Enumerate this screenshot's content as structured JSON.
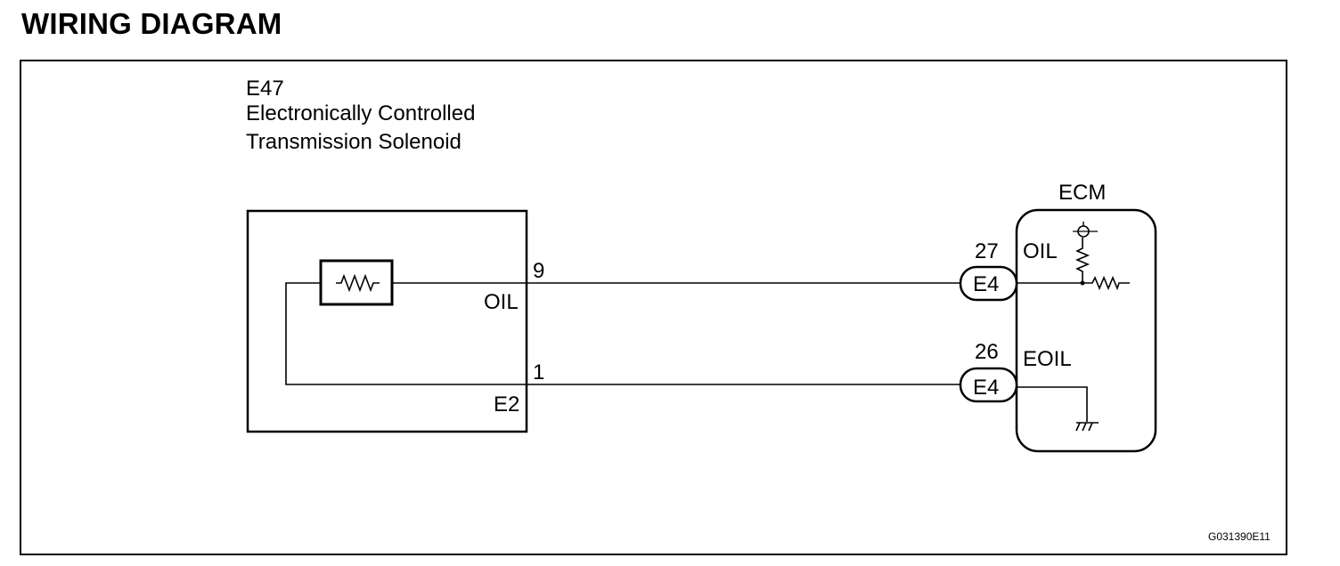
{
  "title": "WIRING DIAGRAM",
  "component": {
    "code": "E47",
    "name_line1": "Electronically Controlled",
    "name_line2": "Transmission Solenoid"
  },
  "solenoid_pins": {
    "pin_oil_number": "9",
    "pin_oil_label": "OIL",
    "pin_e2_number": "1",
    "pin_e2_label": "E2"
  },
  "ecm": {
    "label": "ECM",
    "terminal_oil_number": "27",
    "terminal_oil_label": "OIL",
    "terminal_eoil_number": "26",
    "terminal_eoil_label": "EOIL",
    "connector_upper": "E4",
    "connector_lower": "E4"
  },
  "figure_code": "G031390E11"
}
